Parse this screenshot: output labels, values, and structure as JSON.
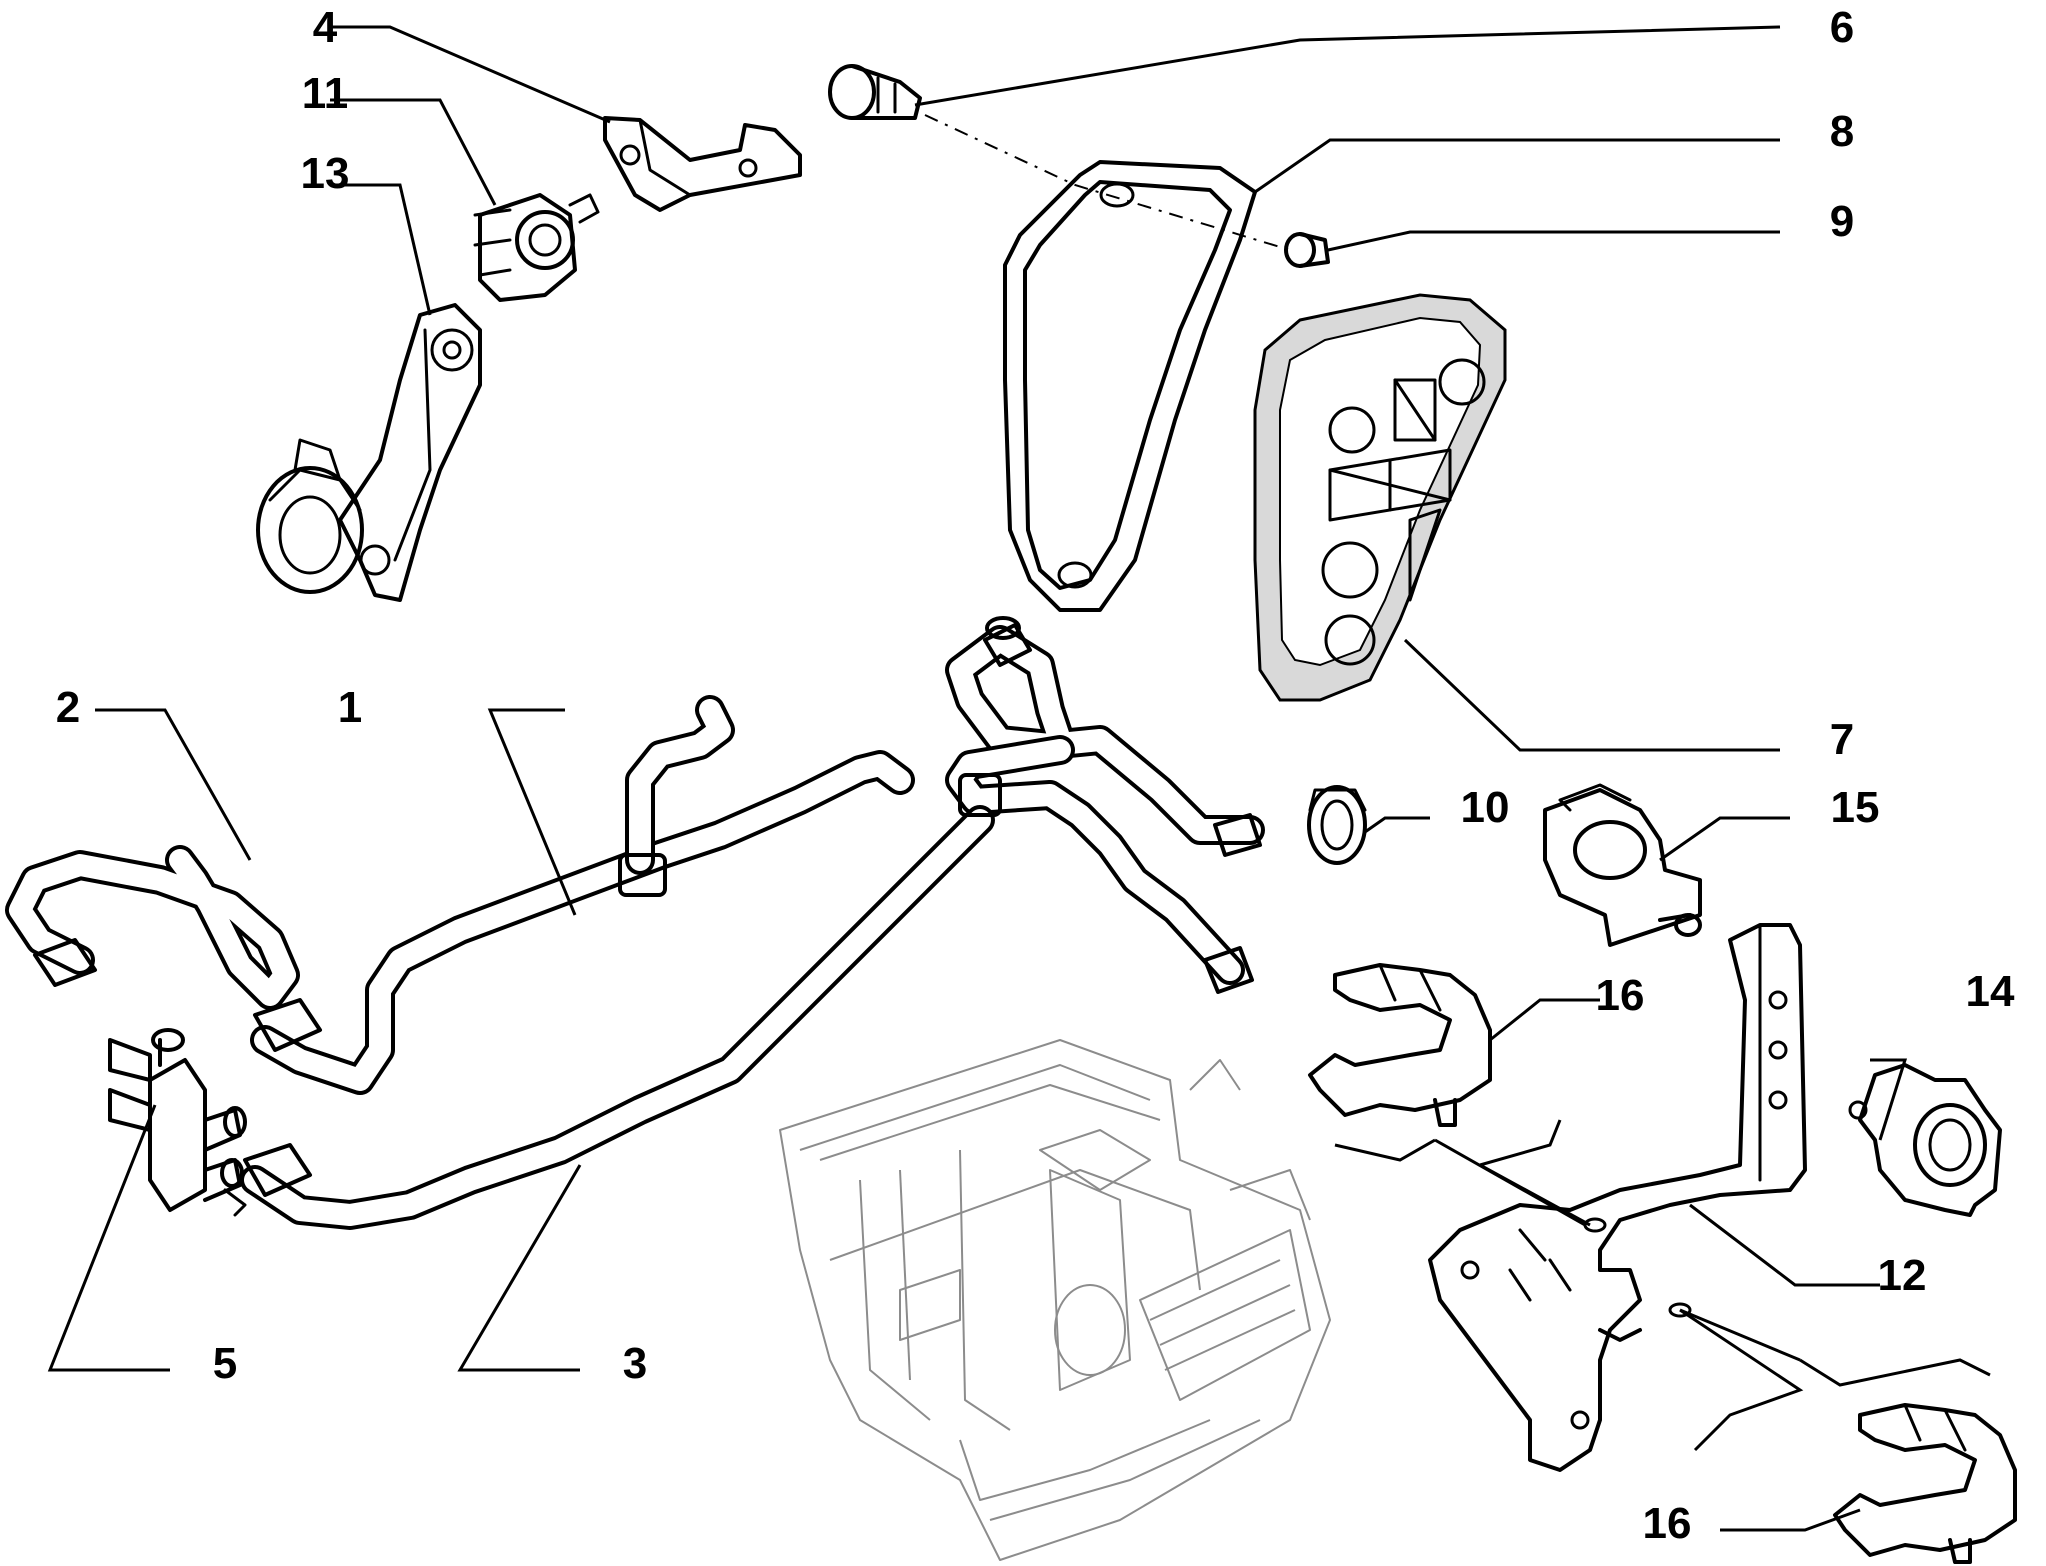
{
  "callouts": [
    {
      "id": "c1",
      "label": "1"
    },
    {
      "id": "c2",
      "label": "2"
    },
    {
      "id": "c3",
      "label": "3"
    },
    {
      "id": "c4",
      "label": "4"
    },
    {
      "id": "c5",
      "label": "5"
    },
    {
      "id": "c6",
      "label": "6"
    },
    {
      "id": "c7",
      "label": "7"
    },
    {
      "id": "c8",
      "label": "8"
    },
    {
      "id": "c9",
      "label": "9"
    },
    {
      "id": "c10",
      "label": "10"
    },
    {
      "id": "c11",
      "label": "11"
    },
    {
      "id": "c12",
      "label": "12"
    },
    {
      "id": "c13",
      "label": "13"
    },
    {
      "id": "c14",
      "label": "14"
    },
    {
      "id": "c15",
      "label": "15"
    },
    {
      "id": "c16a",
      "label": "16"
    },
    {
      "id": "c16b",
      "label": "16"
    }
  ]
}
